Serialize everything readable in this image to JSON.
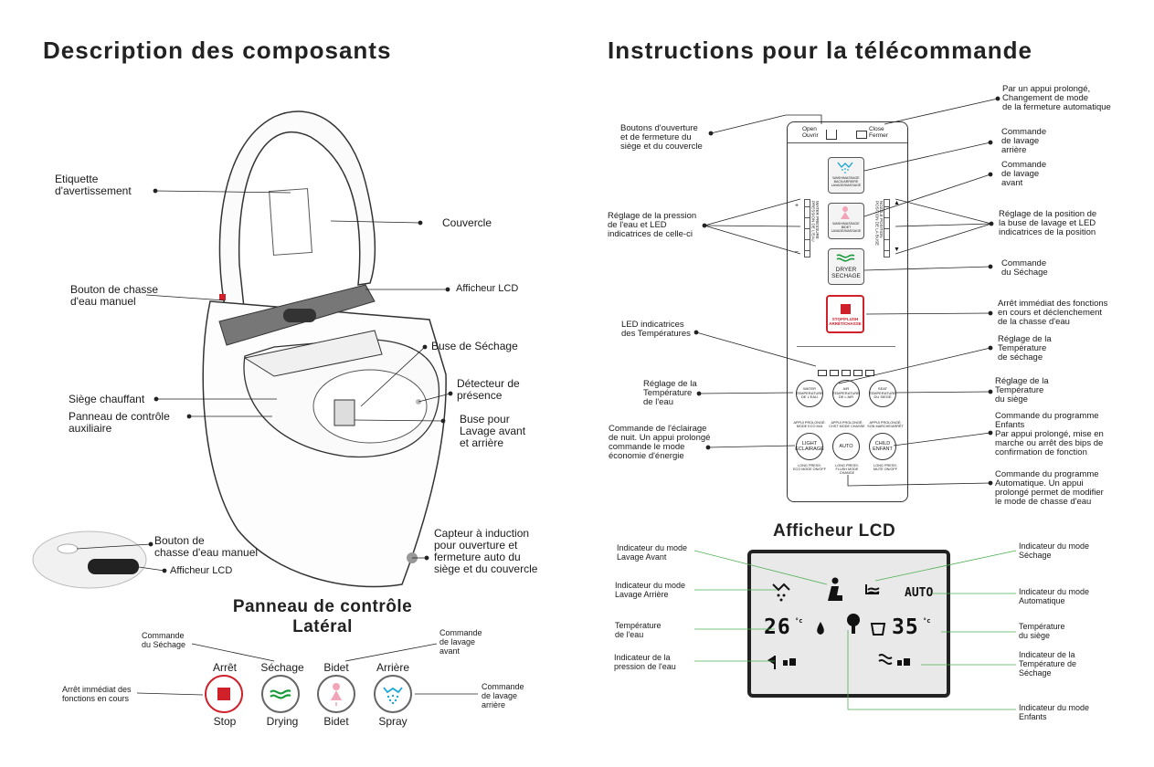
{
  "left": {
    "title": "Description des composants",
    "labels": {
      "etiquette": "Etiquette\nd'avertissement",
      "couvercle": "Couvercle",
      "bouton_chasse": "Bouton de chasse\nd'eau manuel",
      "afficheur": "Afficheur LCD",
      "buse_sechage": "Buse de Séchage",
      "detecteur": "Détecteur de\nprésence",
      "siege": "Siège chauffant",
      "panneau_aux": "Panneau de contrôle\nauxiliaire",
      "buse_lavage": "Buse pour\nLavage avant\net arrière",
      "bouton_chasse2": "Bouton de\nchasse d'eau manuel",
      "afficheur2": "Afficheur LCD",
      "capteur": "Capteur à induction\npour ouverture et\nfermeture auto du\nsiège et du couvercle"
    },
    "panel_title": "Panneau de contrôle\nLatéral",
    "panel": {
      "cmd_sechage": "Commande\ndu Séchage",
      "cmd_lavage_avant": "Commande\nde lavage\navant",
      "arret_immediat": "Arrêt immédiat des\nfonctions en cours",
      "cmd_lavage_arriere": "Commande\nde lavage\narrière",
      "buttons": [
        {
          "top": "Arrêt",
          "bottom": "Stop"
        },
        {
          "top": "Séchage",
          "bottom": "Drying"
        },
        {
          "top": "Bidet",
          "bottom": "Bidet"
        },
        {
          "top": "Arrière",
          "bottom": "Spray"
        }
      ]
    }
  },
  "right": {
    "title": "Instructions pour la télécommande",
    "labels": {
      "appui_prolonge": "Par un appui prolongé,\nChangement de mode\nde la fermeture automatique",
      "boutons_ouverture": "Boutons d'ouverture\net de fermeture du\nsiège et du  couvercle",
      "cmd_lavage_arriere": "Commande\nde lavage\narrière",
      "cmd_lavage_avant": "Commande\nde lavage\navant",
      "reglage_pression": "Réglage de la pression\nde l'eau et LED\nindicatrices de celle-ci",
      "reglage_position": "Réglage de la position de\nla buse de lavage et LED\nindicatrices de la position",
      "cmd_sechage": "Commande\ndu Séchage",
      "arret_immediat": "Arrêt immédiat des fonctions\nen cours et déclenchement\nde la chasse d'eau",
      "led_temp": "LED indicatrices\ndes Températures",
      "temp_sechage": "Réglage de la\nTempérature\nde séchage",
      "temp_eau": "Réglage de la\nTempérature\nde l'eau",
      "temp_siege": "Réglage de la\nTempérature\ndu siège",
      "eclairage": "Commande de l'éclairage\nde nuit. Un appui prolongé\ncommande le mode\néconomie d'énergie",
      "enfants": "Commande du programme\nEnfants\nPar appui prolongé, mise en\nmarche ou arrêt des bips de\nconfirmation de fonction",
      "automatique": "Commande du programme\nAutomatique. Un appui\nprolongé permet de modifier\nle mode de chasse d'eau"
    },
    "remote": {
      "open": "Open\nOuvrir",
      "close": "Close\nFermer",
      "wash_back": "WASH/MASSAGE\nBACK/ARRIERE\nLAVAGE/MASSAGE",
      "wash_front": "WASH/MASSAGE\nBIDET\nLAVAGE/MASSAGE",
      "dryer": "DRYER\nSECHAGE",
      "stop": "STOP/FLUSH\nARRÊT/CHASSE",
      "water_pressure": "WATER PRESSURE\nPRESSION DE L'EAU",
      "nozzle_position": "NOZZLE POSITION\nPOSITION DE LA BUSE",
      "water_temp": "WATER\nTEMPERATURE\nDE L'EAU",
      "air_temp": "AIR\nTEMPERATURE\nDE L'AIR",
      "seat_temp": "SEAT\nTEMPERATURE\nDU SIEGE",
      "light": "LIGHT\nECLAIRAGE",
      "auto": "AUTO",
      "child": "CHILD\nENFANT",
      "light_top": "APPUI PROLONGÉ:\nMODE ECO M/A",
      "auto_top": "APPUI PROLONGÉ:\nCHST MODE CHASSE",
      "child_top": "APPUI PROLONGÉ:\nSON MARCHE/ARRÊT",
      "light_bottom": "LONG PRESS:\nECO MODE ON/OFF",
      "auto_bottom": "LONG PRESS:\nFLUSH MODE CHANGE",
      "child_bottom": "LONG PRESS:\nMUTE ON/OFF"
    },
    "lcd_title": "Afficheur LCD",
    "lcd": {
      "auto": "AUTO",
      "water_temp": "26",
      "seat_temp": "35",
      "unit": "°c"
    },
    "lcd_labels": {
      "lavage_avant": "Indicateur du mode\nLavage Avant",
      "lavage_arriere": "Indicateur du mode\nLavage Arrière",
      "temp_eau": "Température\nde l'eau",
      "pression": "Indicateur de la\npression de l'eau",
      "sechage": "Indicateur du mode\nSéchage",
      "automatique": "Indicateur du mode\nAutomatique",
      "temp_siege": "Température\ndu siège",
      "temp_sechage": "Indicateur de la\nTempérature de\nSéchage",
      "enfants": "Indicateur du mode\nEnfants"
    }
  }
}
